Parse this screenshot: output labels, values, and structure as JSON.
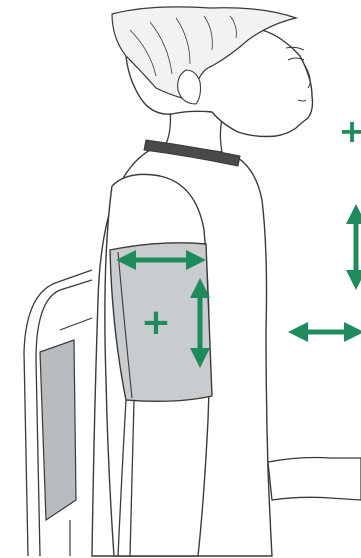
{
  "illustration": {
    "subject": "blood-pressure-cuff-placement",
    "colors": {
      "ink": "#3a3a3a",
      "accent": "#1f8a5b",
      "cuff_fill": "#c9cccf",
      "chair_fill": "#b9bcbf",
      "skin_fill": "#ffffff",
      "collar_fill": "#4a4a4a",
      "hair_fill": "#f2f2f2"
    },
    "markers": [
      {
        "id": "plus-on-cuff",
        "glyph": "+"
      },
      {
        "id": "plus-right-edge",
        "glyph": "+"
      }
    ],
    "arrows": [
      {
        "id": "cuff-horizontal",
        "kind": "double-horizontal"
      },
      {
        "id": "cuff-vertical",
        "kind": "double-vertical"
      },
      {
        "id": "right-vertical",
        "kind": "double-vertical"
      },
      {
        "id": "right-horizontal",
        "kind": "double-horizontal"
      }
    ]
  }
}
